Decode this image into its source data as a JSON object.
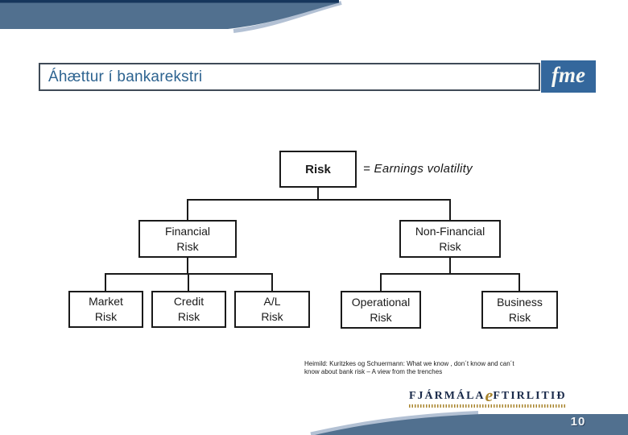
{
  "header": {
    "title": "Áhættur í bankarekstri",
    "fme_logo": "fme"
  },
  "diagram": {
    "annotation": "= Earnings volatility",
    "nodes": {
      "root": {
        "line1": "Risk"
      },
      "financial": {
        "line1": "Financial",
        "line2": "Risk"
      },
      "nonfinancial": {
        "line1": "Non-Financial",
        "line2": "Risk"
      },
      "market": {
        "line1": "Market",
        "line2": "Risk"
      },
      "credit": {
        "line1": "Credit",
        "line2": "Risk"
      },
      "al": {
        "line1": "A/L",
        "line2": "Risk"
      },
      "operational": {
        "line1": "Operational",
        "line2": "Risk"
      },
      "business": {
        "line1": "Business",
        "line2": "Risk"
      }
    }
  },
  "citation": {
    "line1": "Heimild: Kuritzkes og Schuermann: What we know , don´t know  and can´t",
    "line2": "know  about bank risk – A view from the trenches"
  },
  "footer": {
    "logo": {
      "prefix": "FJÁRMÁLA",
      "e": "e",
      "suffix": "FTIRLITIÐ"
    },
    "page_number": "10"
  },
  "colors": {
    "band_blue": "#51708f",
    "band_navy": "#16365c",
    "band_highlight": "#b3c1d4",
    "fme_blue": "#34679c",
    "title_text": "#2d6390",
    "logo_gold": "#a8842c",
    "logo_navy": "#1a2a4a"
  }
}
